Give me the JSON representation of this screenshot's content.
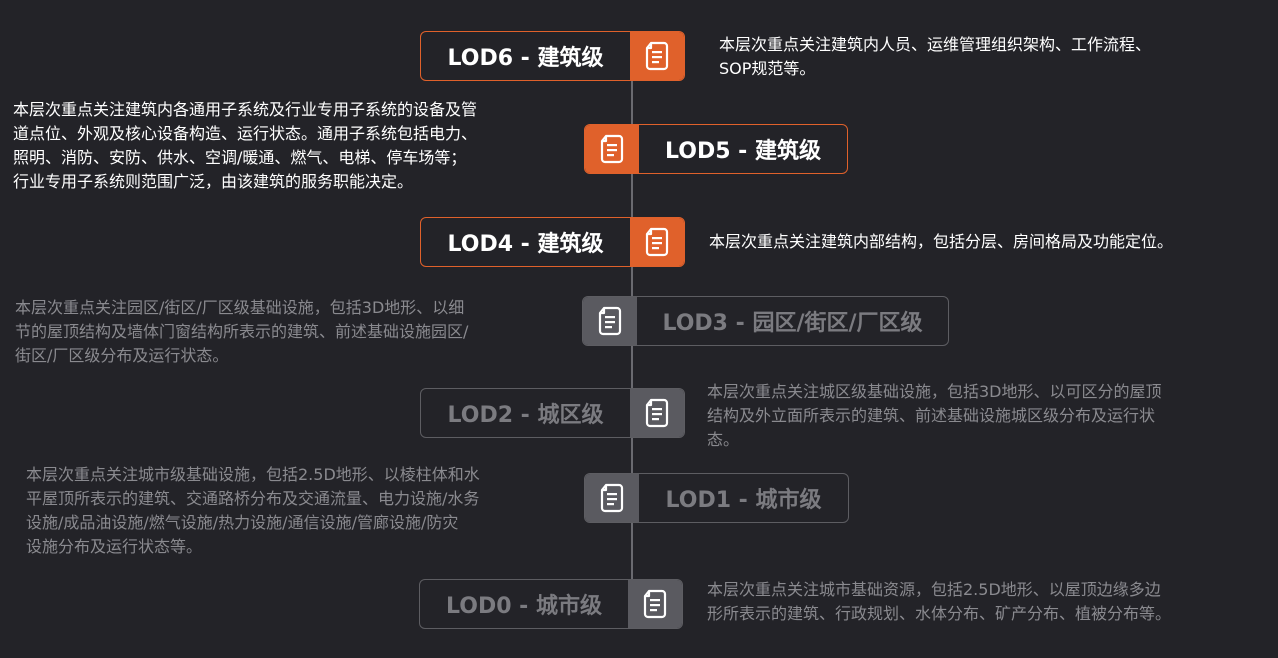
{
  "colors": {
    "background": "#232328",
    "accent": "#e0612b",
    "inactive_icon_bg": "#5a5a60",
    "inactive_text": "#7b7b80",
    "axis": "#6a6a70"
  },
  "levels": [
    {
      "label": "LOD6 - 建筑级",
      "active": true,
      "icon": "document-icon",
      "description": [
        "本层次重点关注建筑内人员、运维管理组织架构、工作流程、",
        "SOP规范等。"
      ]
    },
    {
      "label": "LOD5 - 建筑级",
      "active": true,
      "icon": "document-icon",
      "description": [
        "本层次重点关注建筑内各通用子系统及行业专用子系统的设备及管",
        "道点位、外观及核心设备构造、运行状态。通用子系统包括电力、",
        "照明、消防、安防、供水、空调/暖通、燃气、电梯、停车场等；",
        "行业专用子系统则范围广泛，由该建筑的服务职能决定。"
      ]
    },
    {
      "label": "LOD4 - 建筑级",
      "active": true,
      "icon": "document-icon",
      "description": [
        "本层次重点关注建筑内部结构，包括分层、房间格局及功能定位。"
      ]
    },
    {
      "label": "LOD3 - 园区/街区/厂区级",
      "active": false,
      "icon": "document-icon",
      "description": [
        "本层次重点关注园区/街区/厂区级基础设施，包括3D地形、以细",
        "节的屋顶结构及墙体门窗结构所表示的建筑、前述基础设施园区/",
        "街区/厂区级分布及运行状态。"
      ]
    },
    {
      "label": "LOD2 - 城区级",
      "active": false,
      "icon": "document-icon",
      "description": [
        "本层次重点关注城区级基础设施，包括3D地形、以可区分的屋顶",
        "结构及外立面所表示的建筑、前述基础设施城区级分布及运行状",
        "态。"
      ]
    },
    {
      "label": "LOD1 - 城市级",
      "active": false,
      "icon": "document-icon",
      "description": [
        "本层次重点关注城市级基础设施，包括2.5D地形、以棱柱体和水",
        "平屋顶所表示的建筑、交通路桥分布及交通流量、电力设施/水务",
        "设施/成品油设施/燃气设施/热力设施/通信设施/管廊设施/防灾",
        "设施分布及运行状态等。"
      ]
    },
    {
      "label": "LOD0 - 城市级",
      "active": false,
      "icon": "document-icon",
      "description": [
        "本层次重点关注城市基础资源，包括2.5D地形、以屋顶边缘多边",
        "形所表示的建筑、行政规划、水体分布、矿产分布、植被分布等。"
      ]
    }
  ]
}
